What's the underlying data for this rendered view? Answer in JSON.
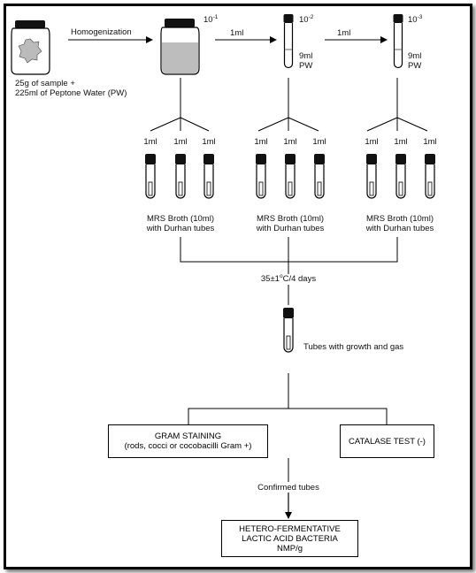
{
  "sample": {
    "line1": "25g of sample +",
    "line2": "225ml of Peptone Water (PW)"
  },
  "step_labels": {
    "homogenization": "Homogenization",
    "transfer_1": "1ml",
    "transfer_2": "1ml"
  },
  "dilutions": [
    {
      "base": "10",
      "exp": "-1"
    },
    {
      "base": "10",
      "exp": "-2",
      "volume": "9ml",
      "medium": "PW"
    },
    {
      "base": "10",
      "exp": "-3",
      "volume": "9ml",
      "medium": "PW"
    }
  ],
  "inoculum_label": "1ml",
  "broth_groups": [
    {
      "line1": "MRS Broth (10ml)",
      "line2": "with Durhan tubes"
    },
    {
      "line1": "MRS Broth (10ml)",
      "line2": "with Durhan tubes"
    },
    {
      "line1": "MRS Broth (10ml)",
      "line2": "with Durhan tubes"
    }
  ],
  "incubation": {
    "prefix": "35±1",
    "sup": "o",
    "suffix": "C/4 days"
  },
  "growth_label": "Tubes with growth and gas",
  "gram": {
    "line1": "GRAM STAINING",
    "line2": "(rods, cocci or cocobacilli Gram +)"
  },
  "catalase": "CATALASE TEST (-)",
  "confirmed_label": "Confirmed tubes",
  "result": {
    "line1": "HETERO-FERMENTATIVE",
    "line2": "LACTIC  ACID BACTERIA",
    "line3": "NMP/g"
  }
}
